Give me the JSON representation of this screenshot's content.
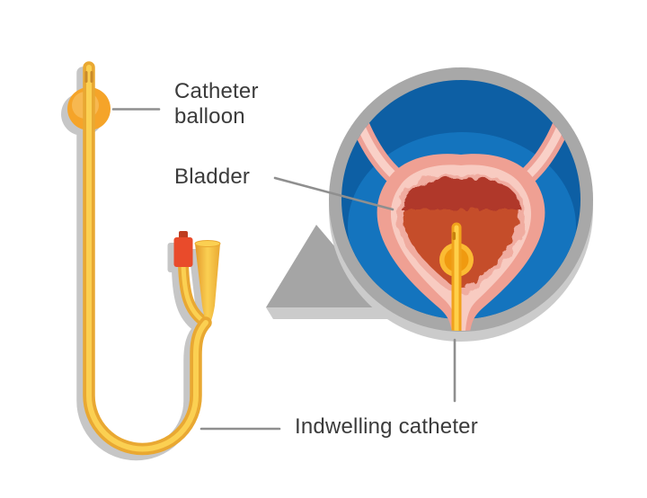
{
  "figure": {
    "type": "medical-illustration",
    "subject": "Indwelling (Foley) urinary catheter with magnified inset of catheter placed in the bladder"
  },
  "labels": {
    "catheter_balloon": "Catheter balloon",
    "bladder": "Bladder",
    "indwelling_catheter": "Indwelling catheter"
  },
  "colors": {
    "background": "#ffffff",
    "text": "#3b3b3b",
    "leader_line": "#8f8f8f",
    "tube_edge": "#e9a832",
    "tube_highlight": "#fbd052",
    "tube_eye_dark": "#c98a2b",
    "balloon_orange": "#f5a429",
    "balloon_highlight": "#f7b850",
    "valve_red": "#e94b2b",
    "valve_tab_dark": "#be3d20",
    "shadow_gray": "#c6c6c6",
    "ring_gray": "#a8a8a8",
    "ring_shadow": "#cbcbcb",
    "tail_gray": "#a5a5a5",
    "circle_blue_dark": "#0d5fa4",
    "circle_blue": "#1474be",
    "ureter_pink": "#eda096",
    "ureter_core": "#f9d0c7",
    "bladder_wall_pink": "#efa093",
    "bladder_wall_light": "#f8cbc1",
    "bladder_wall_mid": "#f0aca0",
    "urine_dark": "#b0392a",
    "urine_light": "#c54e2c",
    "inset_balloon_ring": "#fbbb33",
    "inset_balloon": "#f09a10",
    "inset_tube_edge": "#f0a21c",
    "inset_tube_highlight": "#ffd04a"
  }
}
